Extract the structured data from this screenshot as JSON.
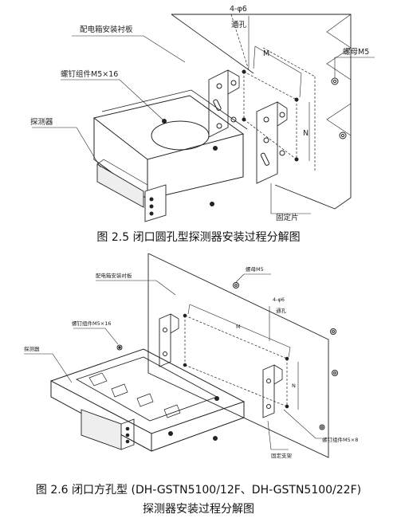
{
  "figure1": {
    "caption": "图 2.5   闭口圆孔型探测器安装过程分解图",
    "labels": {
      "panel": "配电箱安装衬板",
      "screw": "螺钉组件M5×16",
      "detector": "探测器",
      "holes_top": "4-φ6",
      "holes_bottom": "通孔",
      "nut": "螺母M5",
      "bracket": "固定片",
      "dim_m": "M",
      "dim_n": "N"
    }
  },
  "figure2": {
    "caption_line1": "图 2.6   闭口方孔型 (DH-GSTN5100/12F、DH-GSTN5100/22F)",
    "caption_line2": "探测器安装过程分解图",
    "labels": {
      "panel": "配电箱安装衬板",
      "nut": "螺母M5",
      "holes_top": "4-φ6",
      "holes_bottom": "通孔",
      "screw_left": "螺钉组件M5×16",
      "detector": "探测器",
      "bracket": "固定支架",
      "screw_right": "螺钉组件M5×8",
      "dim_m": "M",
      "dim_n": "N"
    }
  }
}
